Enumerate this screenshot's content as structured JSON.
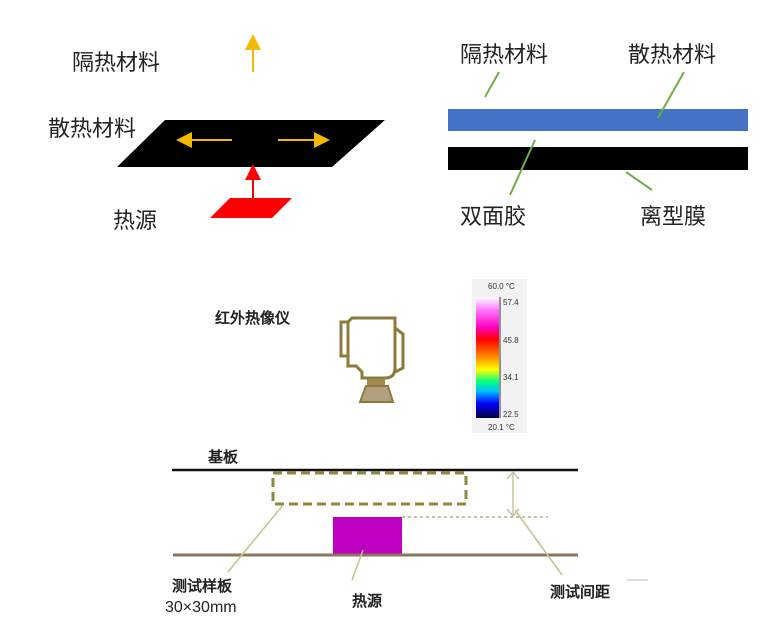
{
  "panel_a": {
    "insulation_label": "隔热材料",
    "spreader_label": "散热材料",
    "heat_source_label": "热源"
  },
  "panel_b": {
    "insulation_label": "隔热材料",
    "spreader_label": "散热材料",
    "tape_label": "双面胶",
    "release_film_label": "离型膜"
  },
  "panel_c": {
    "camera_label": "红外热像仪",
    "substrate_label": "基板",
    "sample_label": "测试样板",
    "sample_size": "30×30mm",
    "heat_source_label": "热源",
    "distance_label": "测试间距",
    "colorbar": {
      "max": "60.0 °C",
      "min": "20.1 °C",
      "ticks": [
        "57.4",
        "45.8",
        "34.1",
        "22.5"
      ]
    }
  },
  "colors": {
    "arrow_orange": "#f5b800",
    "heat_red": "#ff0000",
    "insulation_blue": "#4472c4",
    "leader_green": "#70ad47",
    "camera_olive": "#8c7a3c",
    "heat_purple": "#c000c0",
    "base_brown": "#8b7560"
  }
}
